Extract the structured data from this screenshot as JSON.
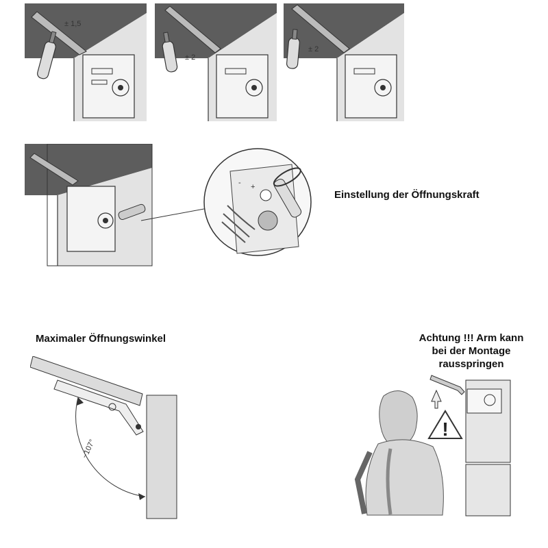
{
  "steps": {
    "step1": {
      "tolerance": "± 1,5"
    },
    "step2": {
      "tolerance": "± 2"
    },
    "step3": {
      "tolerance": "± 2"
    }
  },
  "force": {
    "label": "Einstellung der Öffnungskraft"
  },
  "angle": {
    "label": "Maximaler Öffnungswinkel",
    "angle_text": "~107°"
  },
  "warning": {
    "text": "Achtung !!! Arm kann bei der Montage rausspringen",
    "line1": "Achtung !!! Arm kann",
    "line2": "bei der Montage",
    "line3": "rausspringen",
    "symbol": "!"
  },
  "colors": {
    "panel_dark": "#5b5b5b",
    "panel_light": "#dcdcdc",
    "line": "#333333"
  }
}
